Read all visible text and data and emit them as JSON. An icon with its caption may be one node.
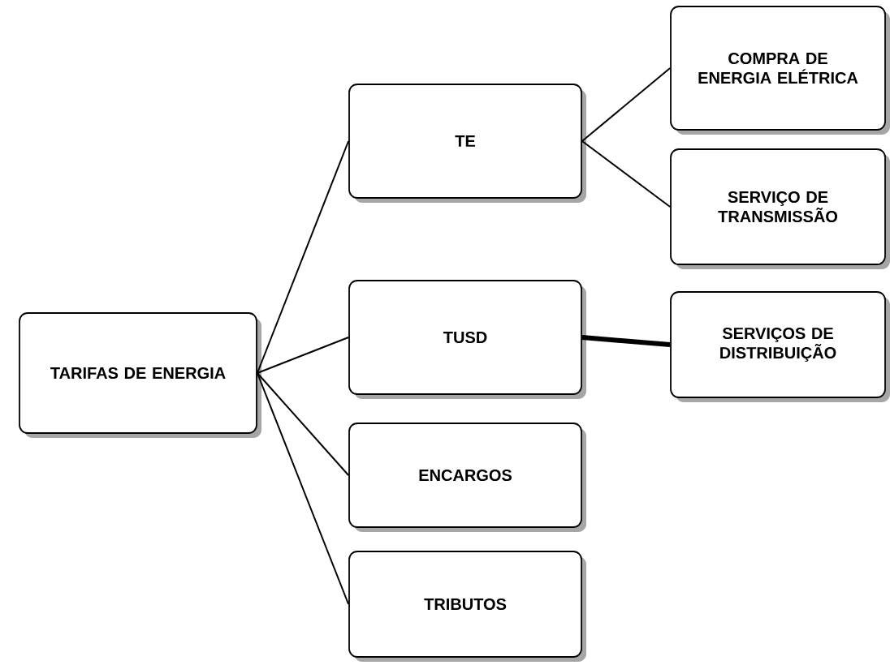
{
  "diagram": {
    "nodes": [
      {
        "text": [
          "TARIFAS DE ENERGIA"
        ]
      },
      {
        "text": [
          "TE"
        ]
      },
      {
        "text": [
          "TUSD"
        ]
      },
      {
        "text": [
          "ENCARGOS"
        ]
      },
      {
        "text": [
          "TRIBUTOS"
        ]
      },
      {
        "text": [
          "COMPRA DE ENERGIA ELÉTRICA"
        ]
      },
      {
        "text": [
          "SERVIÇO DE TRANSMISSÃO"
        ]
      },
      {
        "text": [
          "SERVIÇOS DE DISTRIBUIÇÃO"
        ]
      }
    ],
    "edges": [
      {
        "from": 0,
        "to": 1,
        "arrow": "none"
      },
      {
        "from": 0,
        "to": 2,
        "arrow": "none"
      },
      {
        "from": 0,
        "to": 3,
        "arrow": "none"
      },
      {
        "from": 0,
        "to": 4,
        "arrow": "none"
      },
      {
        "from": 1,
        "to": 5,
        "arrow": "none"
      },
      {
        "from": 1,
        "to": 6,
        "arrow": "none"
      },
      {
        "from": 2,
        "to": 7,
        "arrow": "none",
        "style": "thick"
      }
    ]
  }
}
